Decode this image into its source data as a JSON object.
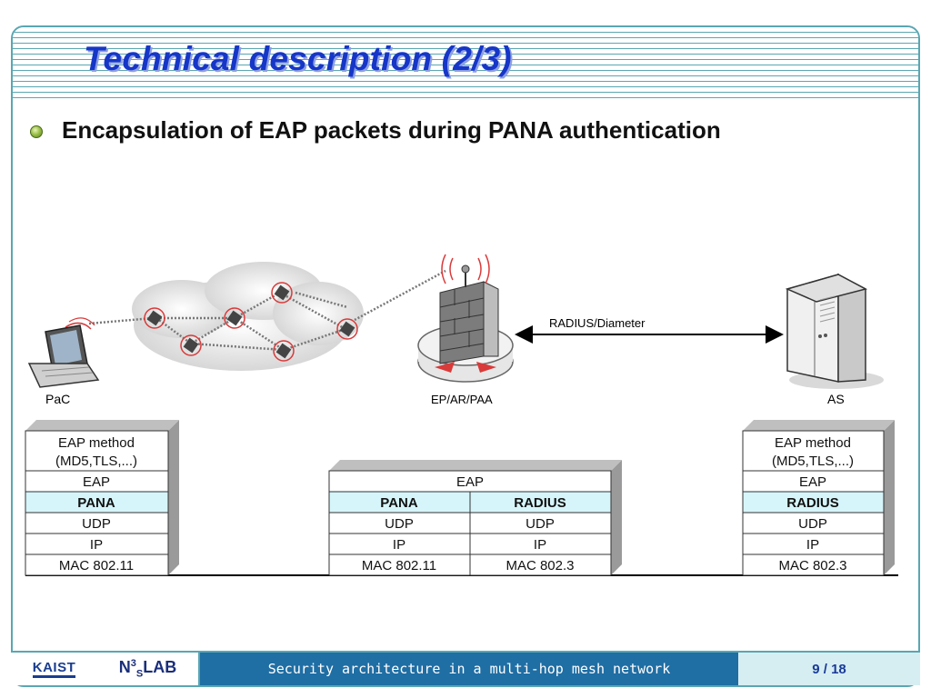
{
  "slide": {
    "title": "Technical description (2/3)",
    "bullet": "Encapsulation of EAP packets during PANA authentication"
  },
  "diagram": {
    "nodes": {
      "pac_label": "PaC",
      "ep_label": "EP/AR/PAA",
      "as_label": "AS"
    },
    "link_label": "RADIUS/Diameter",
    "stacks": {
      "pac": [
        "EAP method",
        "(MD5,TLS,...)",
        "EAP",
        "PANA",
        "UDP",
        "IP",
        "MAC 802.11"
      ],
      "ep": {
        "top": "EAP",
        "left": [
          "PANA",
          "UDP",
          "IP",
          "MAC 802.11"
        ],
        "right": [
          "RADIUS",
          "UDP",
          "IP",
          "MAC 802.3"
        ]
      },
      "as": [
        "EAP method",
        "(MD5,TLS,...)",
        "EAP",
        "RADIUS",
        "UDP",
        "IP",
        "MAC 802.3"
      ]
    },
    "colors": {
      "highlight_layer": "#d6f5fb",
      "accent": "#5aa6b2",
      "router_ring": "#d93a3a"
    }
  },
  "footer": {
    "logo_left": "KAIST",
    "logo_right_n": "N",
    "logo_right_sup": "3",
    "logo_right_s": "S",
    "logo_right_lab": "LAB",
    "center_text": "Security architecture in a multi-hop mesh network",
    "page": "9 / 18"
  }
}
